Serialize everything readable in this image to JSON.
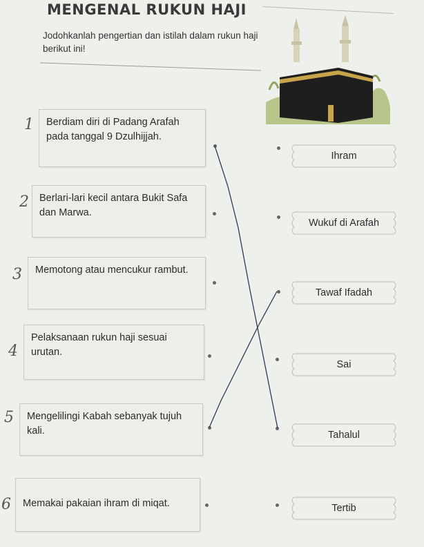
{
  "title": "MENGENAL RUKUN HAJI",
  "instruction": "Jodohkanlah pengertian dan istilah dalam rukun haji berikut ini!",
  "questions": [
    {
      "num": "1",
      "text": "Berdiam diri di Padang Arafah pada tanggal 9 Dzulhijjah."
    },
    {
      "num": "2",
      "text": "Berlari-lari kecil antara Bukit Safa dan Marwa."
    },
    {
      "num": "3",
      "text": "Memotong atau mencukur rambut."
    },
    {
      "num": "4",
      "text": "Pelaksanaan rukun haji sesuai urutan."
    },
    {
      "num": "5",
      "text": "Mengelilingi Kabah sebanyak tujuh kali."
    },
    {
      "num": "6",
      "text": "Memakai pakaian ihram di miqat."
    }
  ],
  "answers": [
    "Ihram",
    "Wukuf di Arafah",
    "Tawaf Ifadah",
    "Sai",
    "Tahalul",
    "Tertib"
  ],
  "colors": {
    "paper": "#eef0ec",
    "line": "#2f3a55",
    "kaaba": "#1e1e1e",
    "gold": "#c8a44a"
  }
}
